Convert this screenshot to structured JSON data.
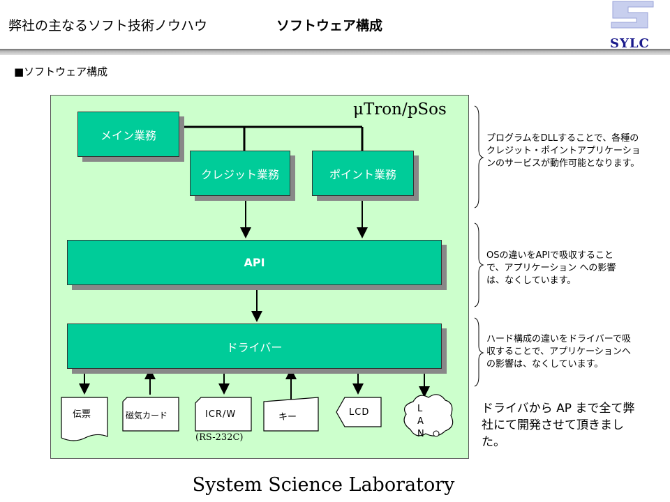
{
  "header": {
    "title": "弊社の主なるソフト技術ノウハウ",
    "subtitle": "ソフトウェア構成",
    "logo_text": "SYLC"
  },
  "section_title": "■ソフトウェア構成",
  "diagram": {
    "os_label": "μTron/pSos",
    "boxes": {
      "main": "メイン業務",
      "credit": "クレジット業務",
      "point": "ポイント業務",
      "api": "API",
      "driver": "ドライバー"
    },
    "devices": {
      "slip": "伝票",
      "mag_card": "磁気カード",
      "icrw": "ICR/W",
      "icrw_sub": "(RS-232C)",
      "key": "キー",
      "lcd": "LCD",
      "lan": "LAN"
    }
  },
  "notes": {
    "dll": "プログラムをDLLすることで、各種のクレジット・ポイントアプリケーションのサービスが動作可能となります。",
    "api": "OSの違いをAPIで吸収することで、アプリケーション への影響は、なくしています。",
    "driver": "ハード構成の違いをドライバーで吸収することで、アプリケーションへの影響は、なくしています。",
    "bottom": "ドライバから AP まで全て弊社にて開発させて頂きました。"
  },
  "footer": "System Science Laboratory"
}
